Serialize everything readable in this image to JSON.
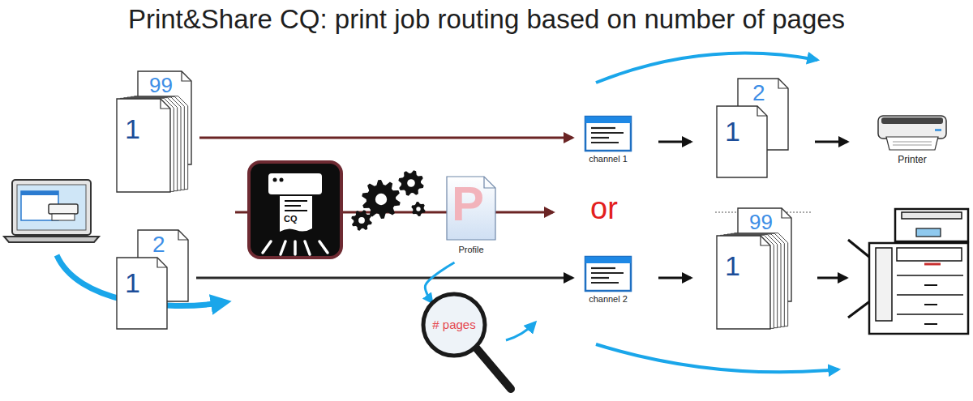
{
  "diagram": {
    "title": "Print&Share CQ: print job routing based on number of pages",
    "nodes": [
      {
        "text": [
          "99",
          "1"
        ]
      },
      {
        "text": [
          "2",
          "1"
        ]
      },
      {
        "text": [
          "CQ"
        ]
      },
      {
        "text": [
          "P",
          "Profile"
        ]
      },
      {
        "text": [
          "# pages"
        ]
      },
      {
        "text": [
          "channel 1"
        ]
      },
      {
        "text": [
          "channel 2"
        ]
      },
      {
        "text": [
          "2",
          "1"
        ]
      },
      {
        "text": [
          "99",
          "1"
        ]
      },
      {
        "text": [
          "Printer"
        ]
      }
    ],
    "edges": [
      {
        "from": 0,
        "to": 5,
        "arrow": "to"
      },
      {
        "from": 1,
        "to": 6,
        "arrow": "to"
      },
      {
        "from": 5,
        "to": 7,
        "arrow": "to"
      },
      {
        "from": 7,
        "to": 9,
        "arrow": "to"
      },
      {
        "from": 6,
        "to": 8,
        "arrow": "to"
      },
      {
        "from": 3,
        "to": 4,
        "arrow": "to"
      }
    ],
    "labels": [
      "or"
    ]
  }
}
